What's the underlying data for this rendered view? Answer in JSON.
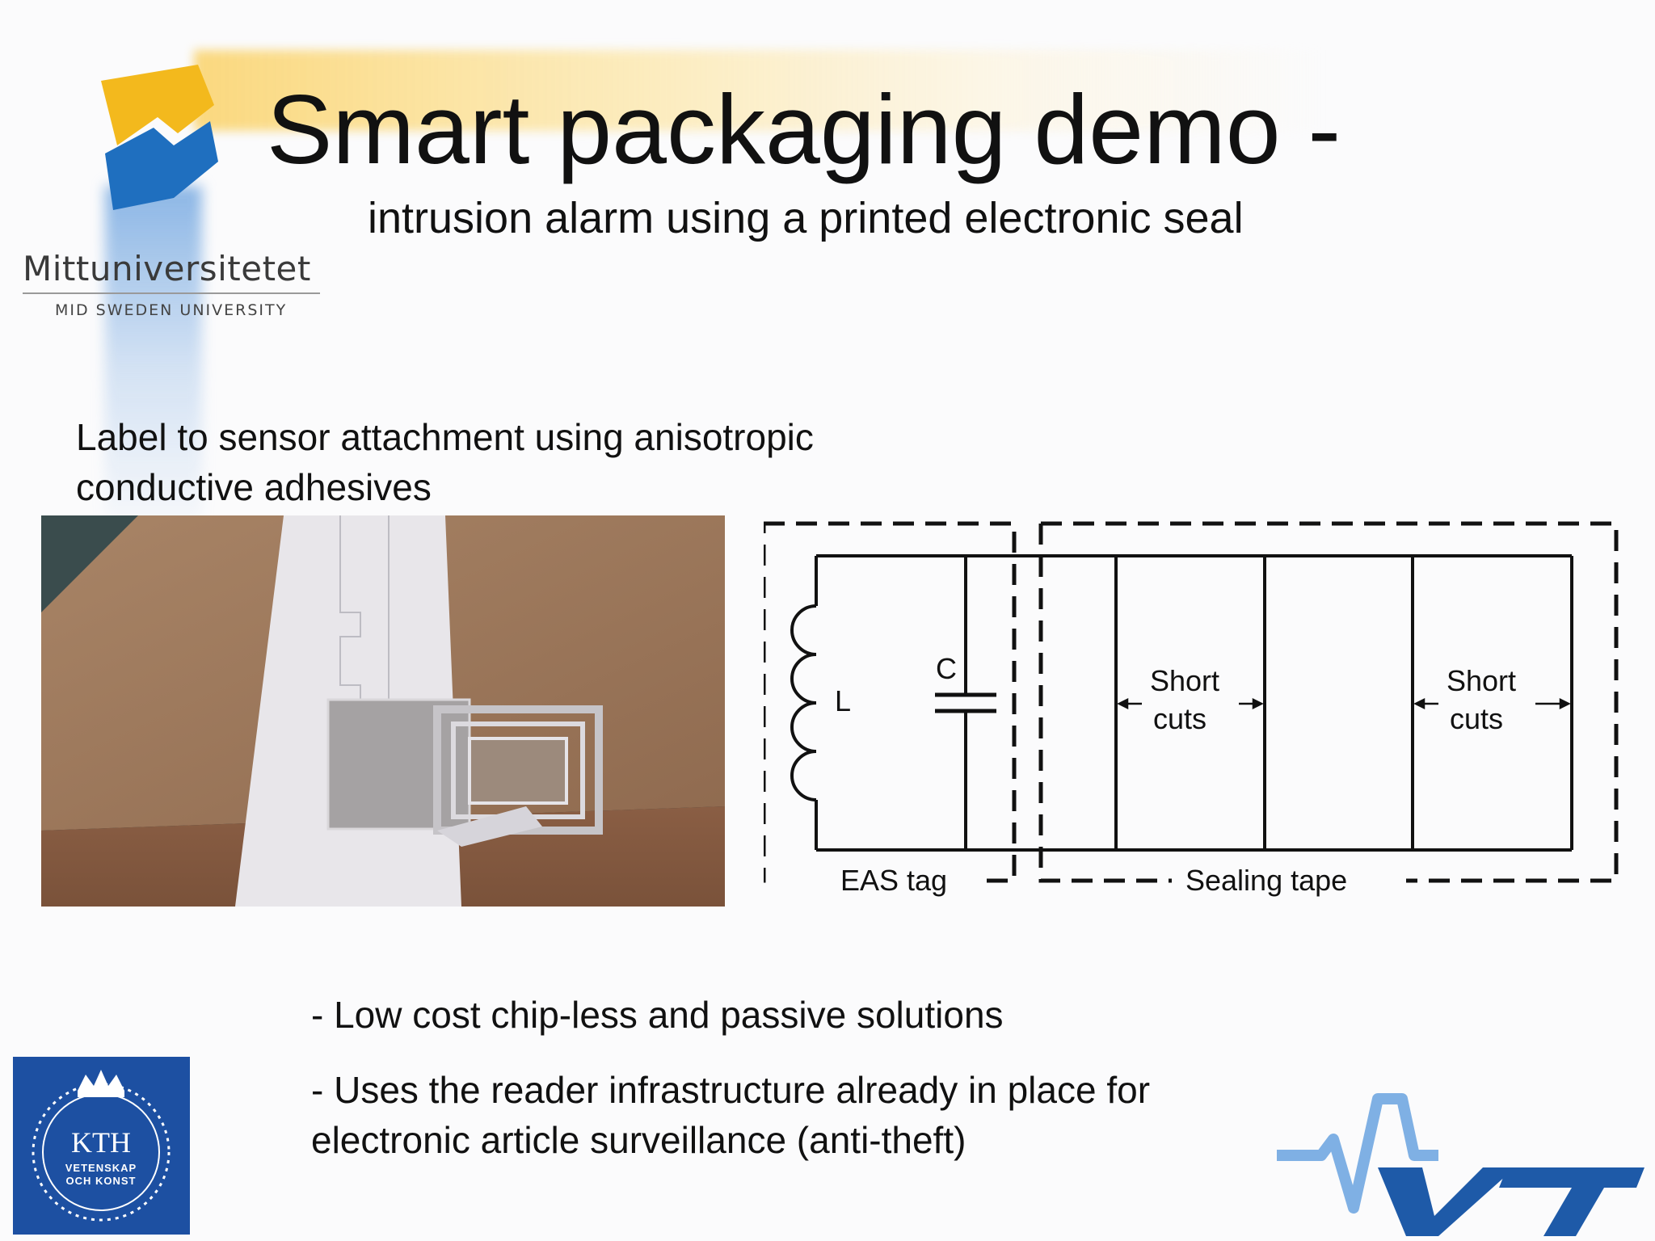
{
  "slide": {
    "title": "Smart packaging demo -",
    "subtitle": "intrusion alarm using a printed electronic seal",
    "caption": "Label to sensor attachment using anisotropic conductive adhesives",
    "bullets": [
      "- Low cost chip-less and passive solutions",
      "- Uses the reader infrastructure already in place for electronic article surveillance (anti-theft)"
    ]
  },
  "logos": {
    "miun": {
      "name": "Mittuniversitetet",
      "sub": "MID SWEDEN UNIVERSITY",
      "colors": [
        "#f3b91d",
        "#1f6fbf"
      ]
    },
    "kth": {
      "name": "KTH",
      "line1": "VETENSKAP",
      "line2": "OCH KONST",
      "color": "#1d50a2"
    },
    "vtt": {
      "name": "VTT",
      "color": "#1e5aa8",
      "accent": "#7fb0e4"
    }
  },
  "photo": {
    "description_icon": "photo-of-sealed-box"
  },
  "diagram": {
    "inductor_label": "L",
    "capacitor_label": "C",
    "short_cuts_1": [
      "Short",
      "cuts"
    ],
    "short_cuts_2": [
      "Short",
      "cuts"
    ],
    "eas_label": "EAS tag",
    "sealing_label": "Sealing tape"
  }
}
